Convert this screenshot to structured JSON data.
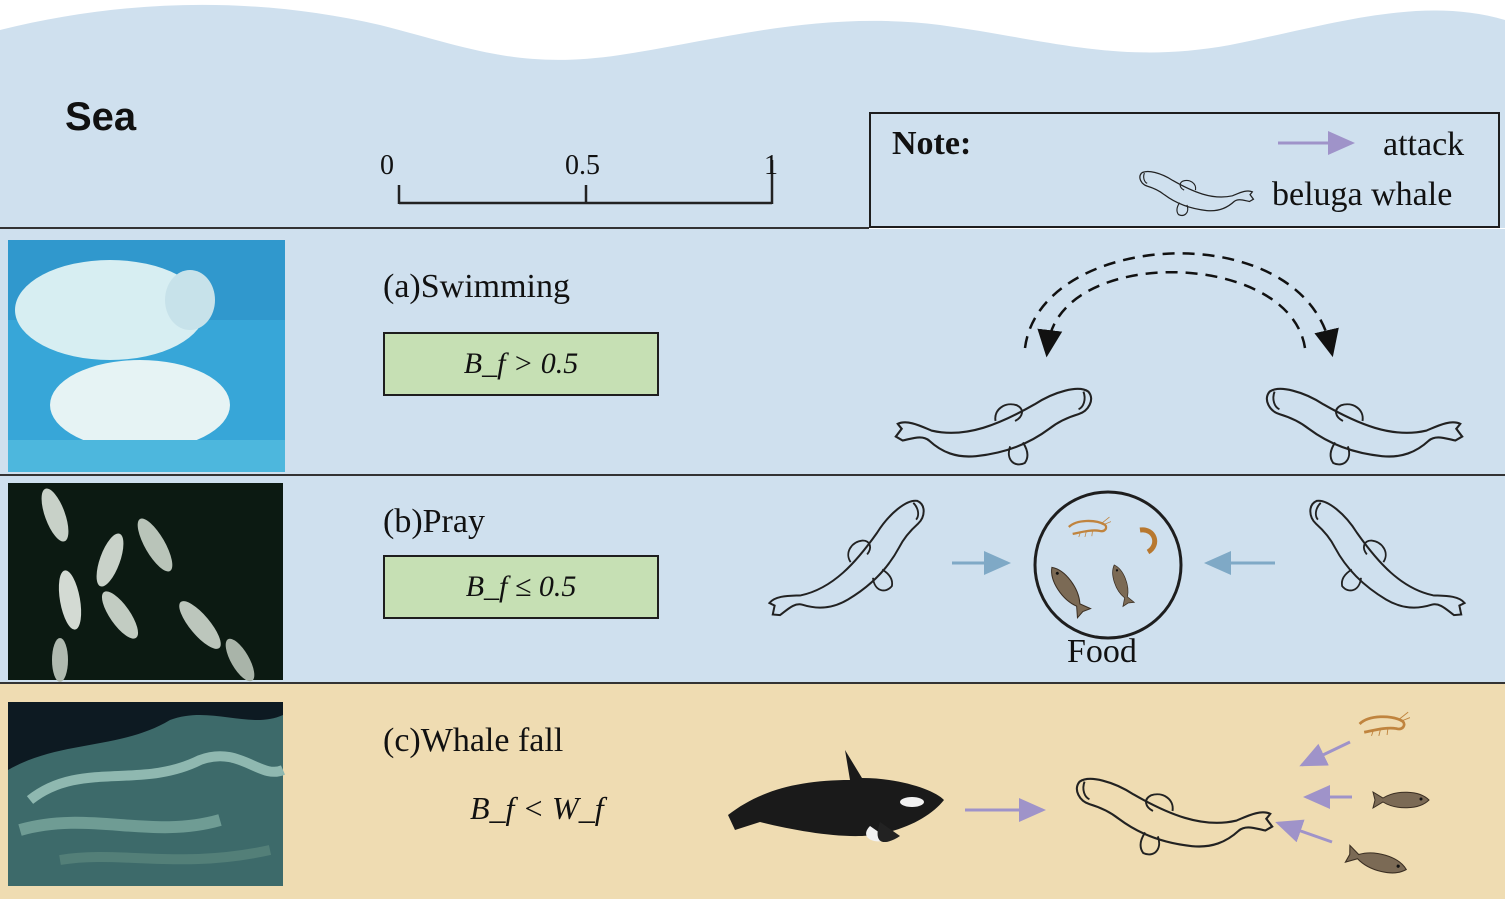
{
  "header": {
    "title": "Sea",
    "scale_ticks": [
      "0",
      "0.5",
      "1"
    ]
  },
  "note": {
    "title": "Note:",
    "attack_label": "attack",
    "whale_label": "beluga whale"
  },
  "rows": [
    {
      "label": "(a)Swimming",
      "condition": "B_f > 0.5"
    },
    {
      "label": "(b)Pray",
      "condition": "B_f ≤ 0.5",
      "food_label": "Food"
    },
    {
      "label": "(c)Whale fall",
      "condition": "B_f < W_f"
    }
  ],
  "colors": {
    "sea": "#cfe0ee",
    "deep": "#efdcb2",
    "condition_box": "#c6e0b4",
    "attack_arrow": "#9f93c9",
    "approach_arrow": "#7fa9c6"
  },
  "icons": [
    "beluga-whale-icon",
    "orca-icon",
    "fish-icon",
    "shrimp-icon",
    "food-circle-icon"
  ]
}
